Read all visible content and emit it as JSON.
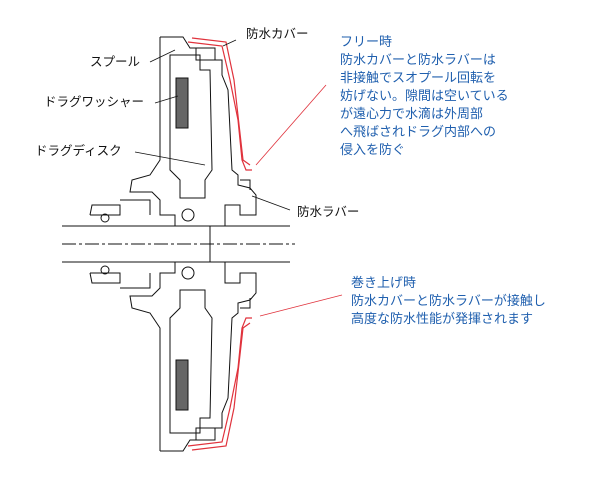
{
  "labels": {
    "waterproof_cover": "防水カバー",
    "spool": "スプール",
    "drag_washer": "ドラグワッシャー",
    "drag_disc": "ドラグディスク",
    "waterproof_rubber": "防水ラバー"
  },
  "notes": {
    "free": {
      "title": "フリー時",
      "lines": [
        "防水カバーと防水ラバーは",
        "非接触でスオプール回転を",
        "妨げない。隙間は空いている",
        "が遠心力で水滴は外周部",
        "へ飛ばされドラグ内部への",
        "侵入を防ぐ"
      ]
    },
    "winding": {
      "title": "巻き上げ時",
      "lines": [
        "防水カバーと防水ラバーが接触し",
        "高度な防水性能が発揮されます"
      ]
    }
  },
  "colors": {
    "cover": "#e0323c",
    "note_text": "#1f5fae",
    "line": "#111111"
  }
}
